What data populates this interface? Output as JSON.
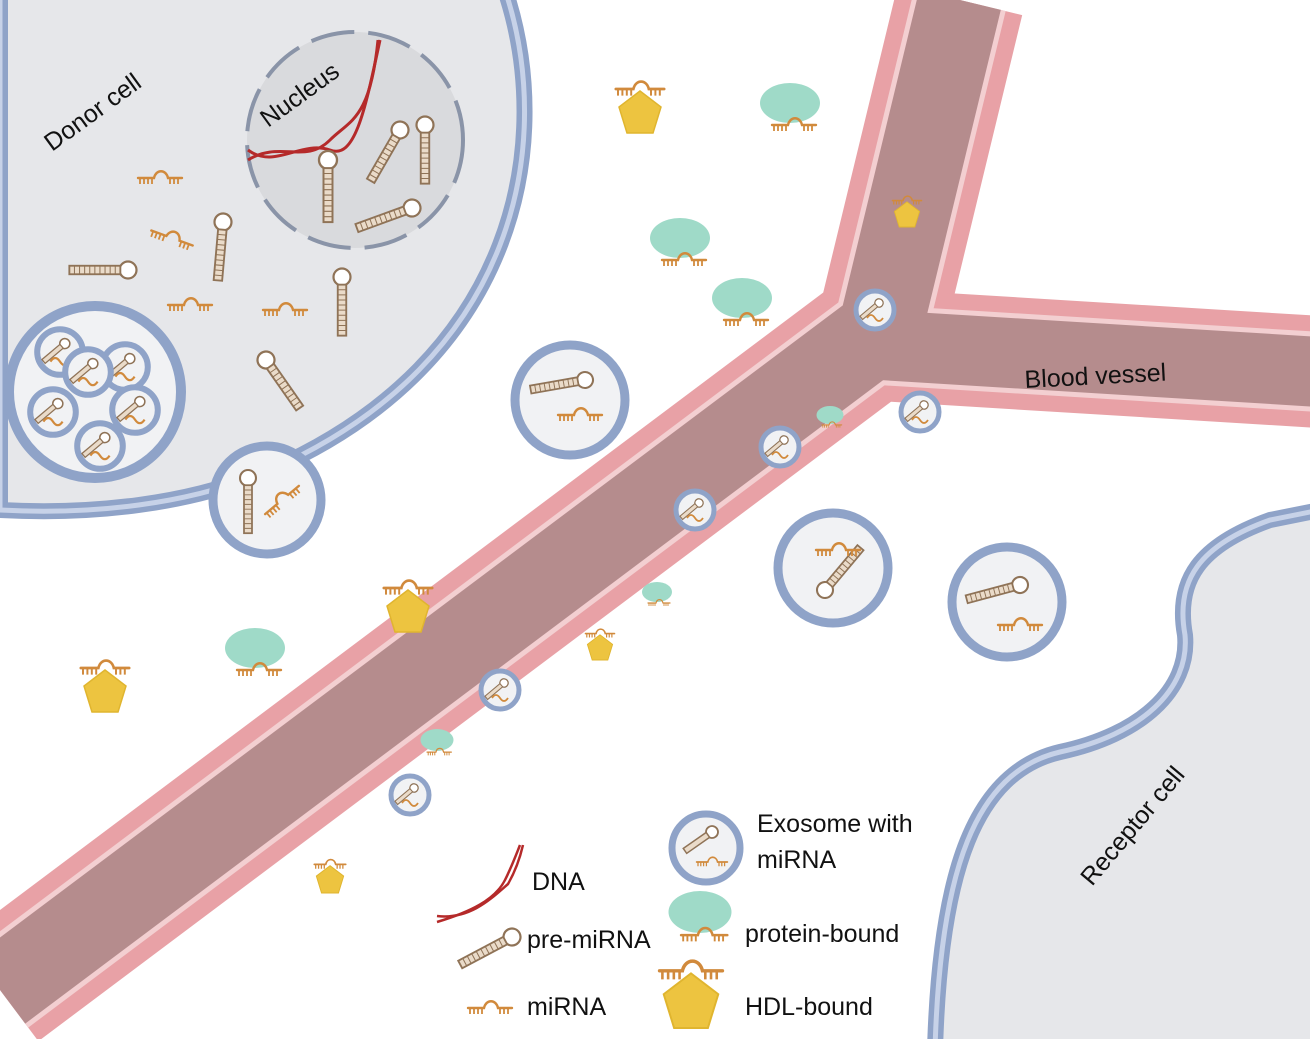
{
  "labels": {
    "donor_cell": "Donor cell",
    "nucleus": "Nucleus",
    "blood_vessel": "Blood vessel",
    "receptor_cell": "Receptor cell"
  },
  "legend": {
    "dna": "DNA",
    "pre_mirna": "pre-miRNA",
    "mirna": "miRNA",
    "exosome_line1": "Exosome with",
    "exosome_line2": "miRNA",
    "protein_bound": "protein-bound",
    "hdl_bound": "HDL-bound"
  },
  "colors": {
    "cell_fill": "#e6e7ea",
    "nucleus_fill": "#d9dadd",
    "membrane_blue": "#8fa3c8",
    "membrane_light": "#c7d2e8",
    "vessel_wall": "#e8a1a6",
    "vessel_stripe": "#f3cfd1",
    "lumen": "#b58c8d",
    "rna_orange": "#d18a3c",
    "hairpin_tan": "#9a7b58",
    "dna_red": "#b52a2a",
    "protein_green": "#9fdac8",
    "hdl_yellow": "#edc440"
  }
}
